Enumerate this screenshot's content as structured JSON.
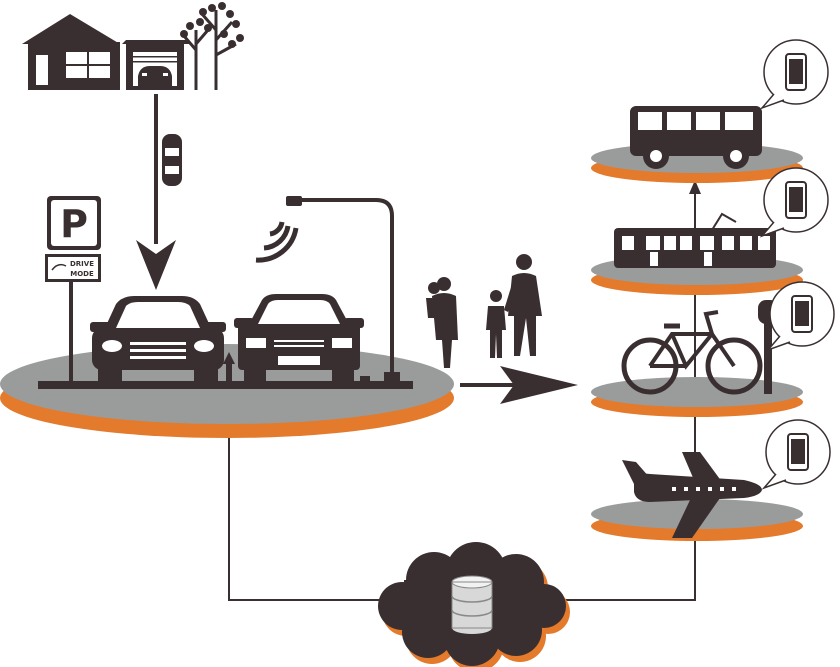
{
  "parking_sign": {
    "letter": "P",
    "line1": "DRIVE",
    "line2": "MODE"
  },
  "colors": {
    "dark": "#3a2f30",
    "gray": "#9a9c9c",
    "orange": "#e47a2b",
    "white": "#ffffff"
  },
  "icons": [
    "house-icon",
    "garage-icon",
    "tree-icon",
    "car-icon",
    "parking-sign-icon",
    "wifi-signal-icon",
    "street-lamp-icon",
    "family-icon",
    "bus-icon",
    "tram-icon",
    "bicycle-icon",
    "parking-meter-icon",
    "airplane-icon",
    "smartphone-icon",
    "database-icon"
  ]
}
